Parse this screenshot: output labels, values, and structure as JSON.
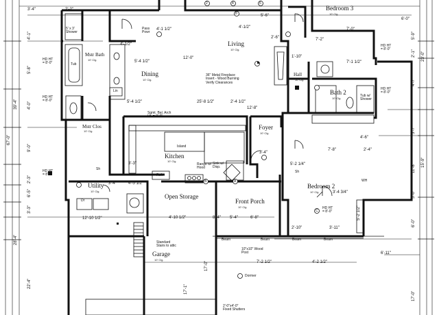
{
  "rooms": {
    "bedroom3": {
      "name": "Bedroom 3",
      "ceiling": "10' Clg."
    },
    "mstr_bath": {
      "name": "Mstr Bath",
      "ceiling": "10' Clg."
    },
    "living": {
      "name": "Living",
      "ceiling": "10' Clg."
    },
    "dining": {
      "name": "Dining",
      "ceiling": "10' Clg."
    },
    "hall": {
      "name": "Hall",
      "ceiling": "10' Clg."
    },
    "bath2": {
      "name": "Bath 2",
      "ceiling": "10' Clg."
    },
    "mstr_clos": {
      "name": "Mstr Clos",
      "ceiling": "10' Clg."
    },
    "kitchen": {
      "name": "Kitchen",
      "ceiling": "10' Clg."
    },
    "foyer": {
      "name": "Foyer",
      "ceiling": "10' Clg."
    },
    "utility": {
      "name": "Utility",
      "ceiling": "10' Clg."
    },
    "bedroom2": {
      "name": "Bedroom 2",
      "ceiling": "10' Clg."
    },
    "open_storage": {
      "name": "Open Storage"
    },
    "front_porch": {
      "name": "Front Porch",
      "ceiling": "10' Clg."
    },
    "garage": {
      "name": "Garage",
      "ceiling": "10' Clg."
    }
  },
  "notes": {
    "fireplace": "36\" Metal Fireplace\nInsert - Wood Burning\nVerify Clearances",
    "seg_arch": "Sgmt. Bal. Arch\nHt. = 8'-0\"",
    "island": "Island",
    "range_hood": "Range w/\nHood",
    "sink_dw": "Sink w/\nDisp.",
    "pwd_pass": "Pass\nPowr",
    "shower_mb": "5' x 3'\nShower",
    "tub_mb": "Tub",
    "shower_b2": "Tub w/\nShower",
    "stairs": "Standard\nStairs to attic",
    "fixed_shutters": "2'-0\"x4'-0\"\nFixed Shutters",
    "wood_post": "10\"x10\" Wood\nPost",
    "dormer": "Dormer",
    "ref": "Ref.",
    "dw_lbl": "Dr",
    "wh": "WH",
    "hd_hts": [
      "HD HT\n= 8'-0\"",
      "HD HT\n= 8'-0\"",
      "HD HT\n= 8'-0\"",
      "HD HT\n= 8'-0\"",
      "HD HT\n= 8'-0\"",
      "HD HT\n= 8'-0\""
    ],
    "beam": [
      "Beam",
      "Beam",
      "Beam",
      "Beam"
    ],
    "sh": [
      "Sh",
      "Sh",
      "Lin"
    ],
    "door_tags": [
      "2",
      "4",
      "6",
      "8",
      "A",
      "B",
      "C"
    ]
  },
  "dimensions": {
    "top": [
      "3'-4\"",
      "2'-2\"",
      "4'-1 1/2\"",
      "4'-1/2\"",
      "5'-6\"",
      "7'-0\"",
      "7'-2\"",
      "6'-0\""
    ],
    "upper": [
      "4'-1/2\"",
      "12'-0\"",
      "7'-1 1/2\"",
      "2'-6\"",
      "1'-10\""
    ],
    "middle": [
      "5'-4 1/2\"",
      "5'-4 1/2\"",
      "25'-8 1/2\"",
      "2'-4 1/2\"",
      "7'-8\"",
      "2'-4\"",
      "12'-8\"",
      "3'-4\"",
      "4'-6\"",
      "5'-2 1/4\"",
      "3'-4 3/4\""
    ],
    "lower": [
      "12'-10 1/2\"",
      "4'-10 1/2\"",
      "8'-4\"",
      "6'-8\"",
      "7'-2 1/2\"",
      "4'-2 1/2\"",
      "3'-4\"",
      "4'-5 1/2\"",
      "3'-3\"",
      "5'-4\"",
      "2'-10\"",
      "3'-11\"",
      "6'-11\""
    ],
    "left": [
      "4'-1\"",
      "5'-8\"",
      "9'-0\"",
      "6'-5\"",
      "4'-0\"",
      "2'-3\"",
      "3'-3\"",
      "67'-0\"",
      "39'-4\"",
      "22'-4\"",
      "28'-4\""
    ],
    "right": [
      "5'-9\"",
      "2'-1\"",
      "4'-7\"",
      "5'-7\"",
      "11'-8\"",
      "23'-0\"",
      "15'-9\"",
      "5'-0\"",
      "6'-0\"",
      "17'-0\""
    ],
    "garage": [
      "17'-1\"",
      "5'-2 1/2\"",
      "17'-0\""
    ]
  }
}
